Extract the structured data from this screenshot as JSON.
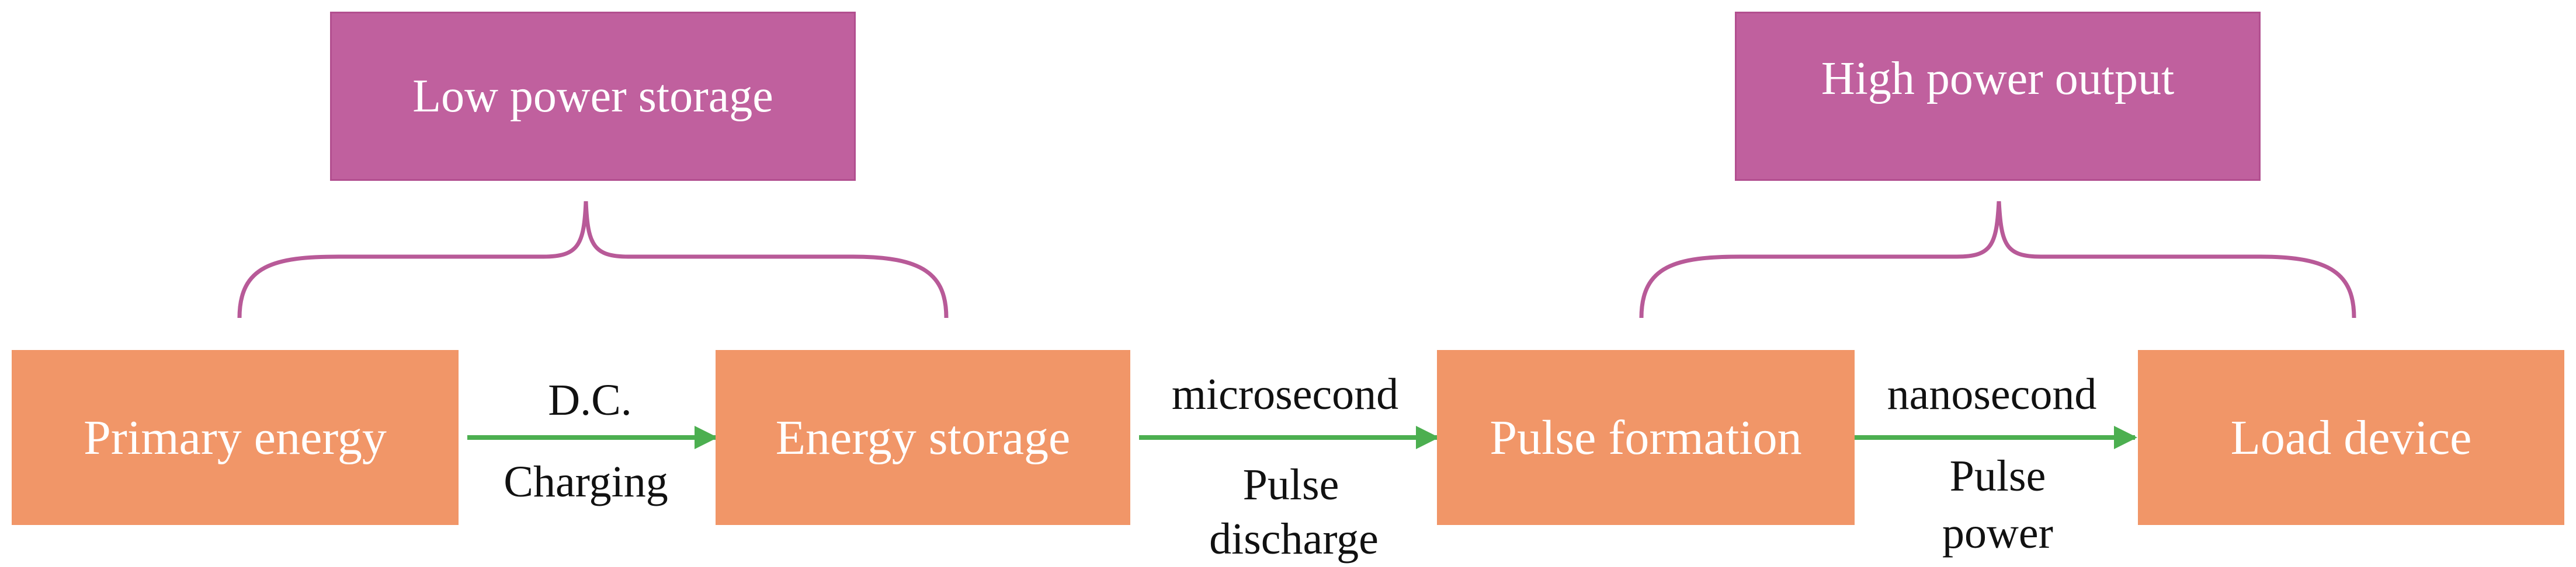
{
  "colors": {
    "top_box": "#c0609e",
    "flow_box": "#f19668",
    "brace": "#b85a98",
    "arrow": "#4caf50"
  },
  "groups": {
    "low_power": "Low power storage",
    "high_power": "High power output"
  },
  "stages": {
    "primary": "Primary energy",
    "storage": "Energy storage",
    "pulse": "Pulse formation",
    "load": "Load device"
  },
  "transitions": {
    "dc_top": "D.C.",
    "dc_bottom": "Charging",
    "micro_top": "microsecond",
    "micro_bottom_1": "Pulse",
    "micro_bottom_2": "discharge",
    "nano_top": "nanosecond",
    "nano_bottom_1": "Pulse",
    "nano_bottom_2": "power"
  }
}
